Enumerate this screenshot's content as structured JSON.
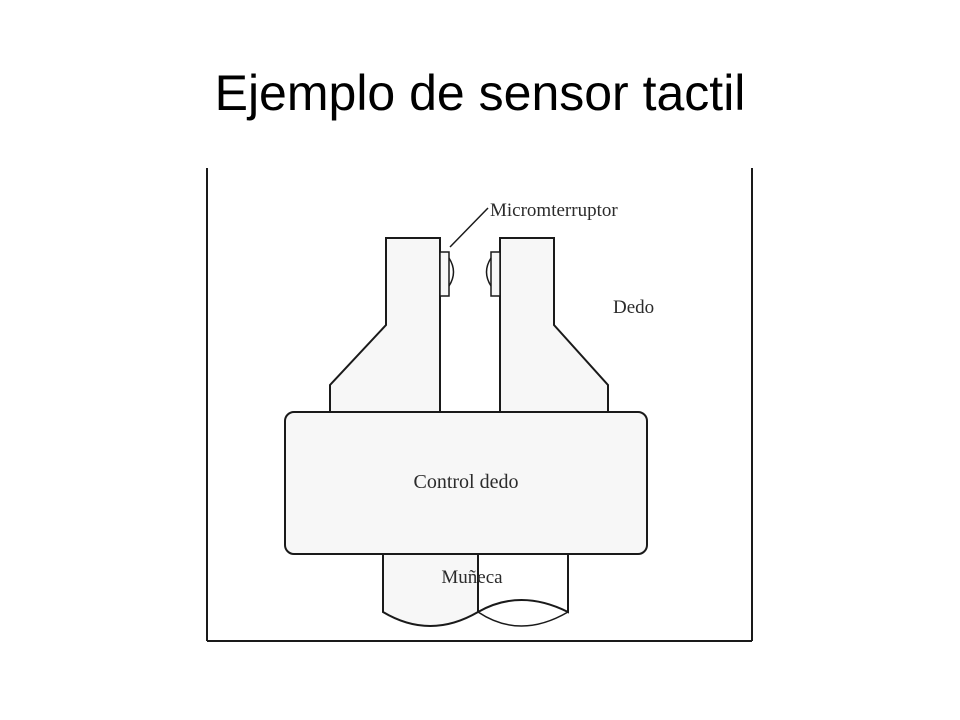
{
  "slide": {
    "title": "Ejemplo de sensor tactil"
  },
  "diagram": {
    "labels": {
      "microswitch": "Micromterruptor",
      "finger": "Dedo",
      "finger_control": "Control dedo",
      "wrist": "Muñeca"
    },
    "colors": {
      "line": "#1a1a1a",
      "fill": "#f7f7f7",
      "background": "#ffffff"
    }
  }
}
